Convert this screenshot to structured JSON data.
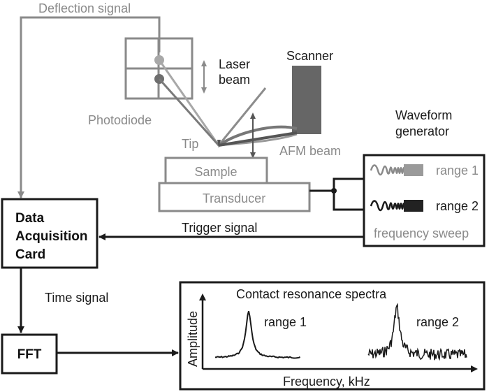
{
  "labels": {
    "deflection_signal": "Deflection signal",
    "laser_beam_line1": "Laser",
    "laser_beam_line2": "beam",
    "scanner": "Scanner",
    "photodiode": "Photodiode",
    "tip": "Tip",
    "afm_beam": "AFM beam",
    "sample": "Sample",
    "transducer": "Transducer",
    "waveform_generator_line1": "Waveform",
    "waveform_generator_line2": "generator",
    "range_1": "range 1",
    "range_2": "range 2",
    "frequency_sweep": "frequency sweep",
    "trigger_signal": "Trigger signal",
    "daq_line1": "Data",
    "daq_line2": "Acquisition",
    "daq_line3": "Card",
    "time_signal": "Time signal",
    "fft": "FFT",
    "spectra_title": "Contact resonance spectra",
    "spectra_range_1": "range 1",
    "spectra_range_2": "range 2",
    "amplitude_axis": "Amplitude",
    "frequency_axis": "Frequency, kHz"
  },
  "colors": {
    "dark": "#1a1a1a",
    "gray": "#8a8a8a",
    "scanner": "#666666",
    "laser": "#8c8c8c"
  }
}
